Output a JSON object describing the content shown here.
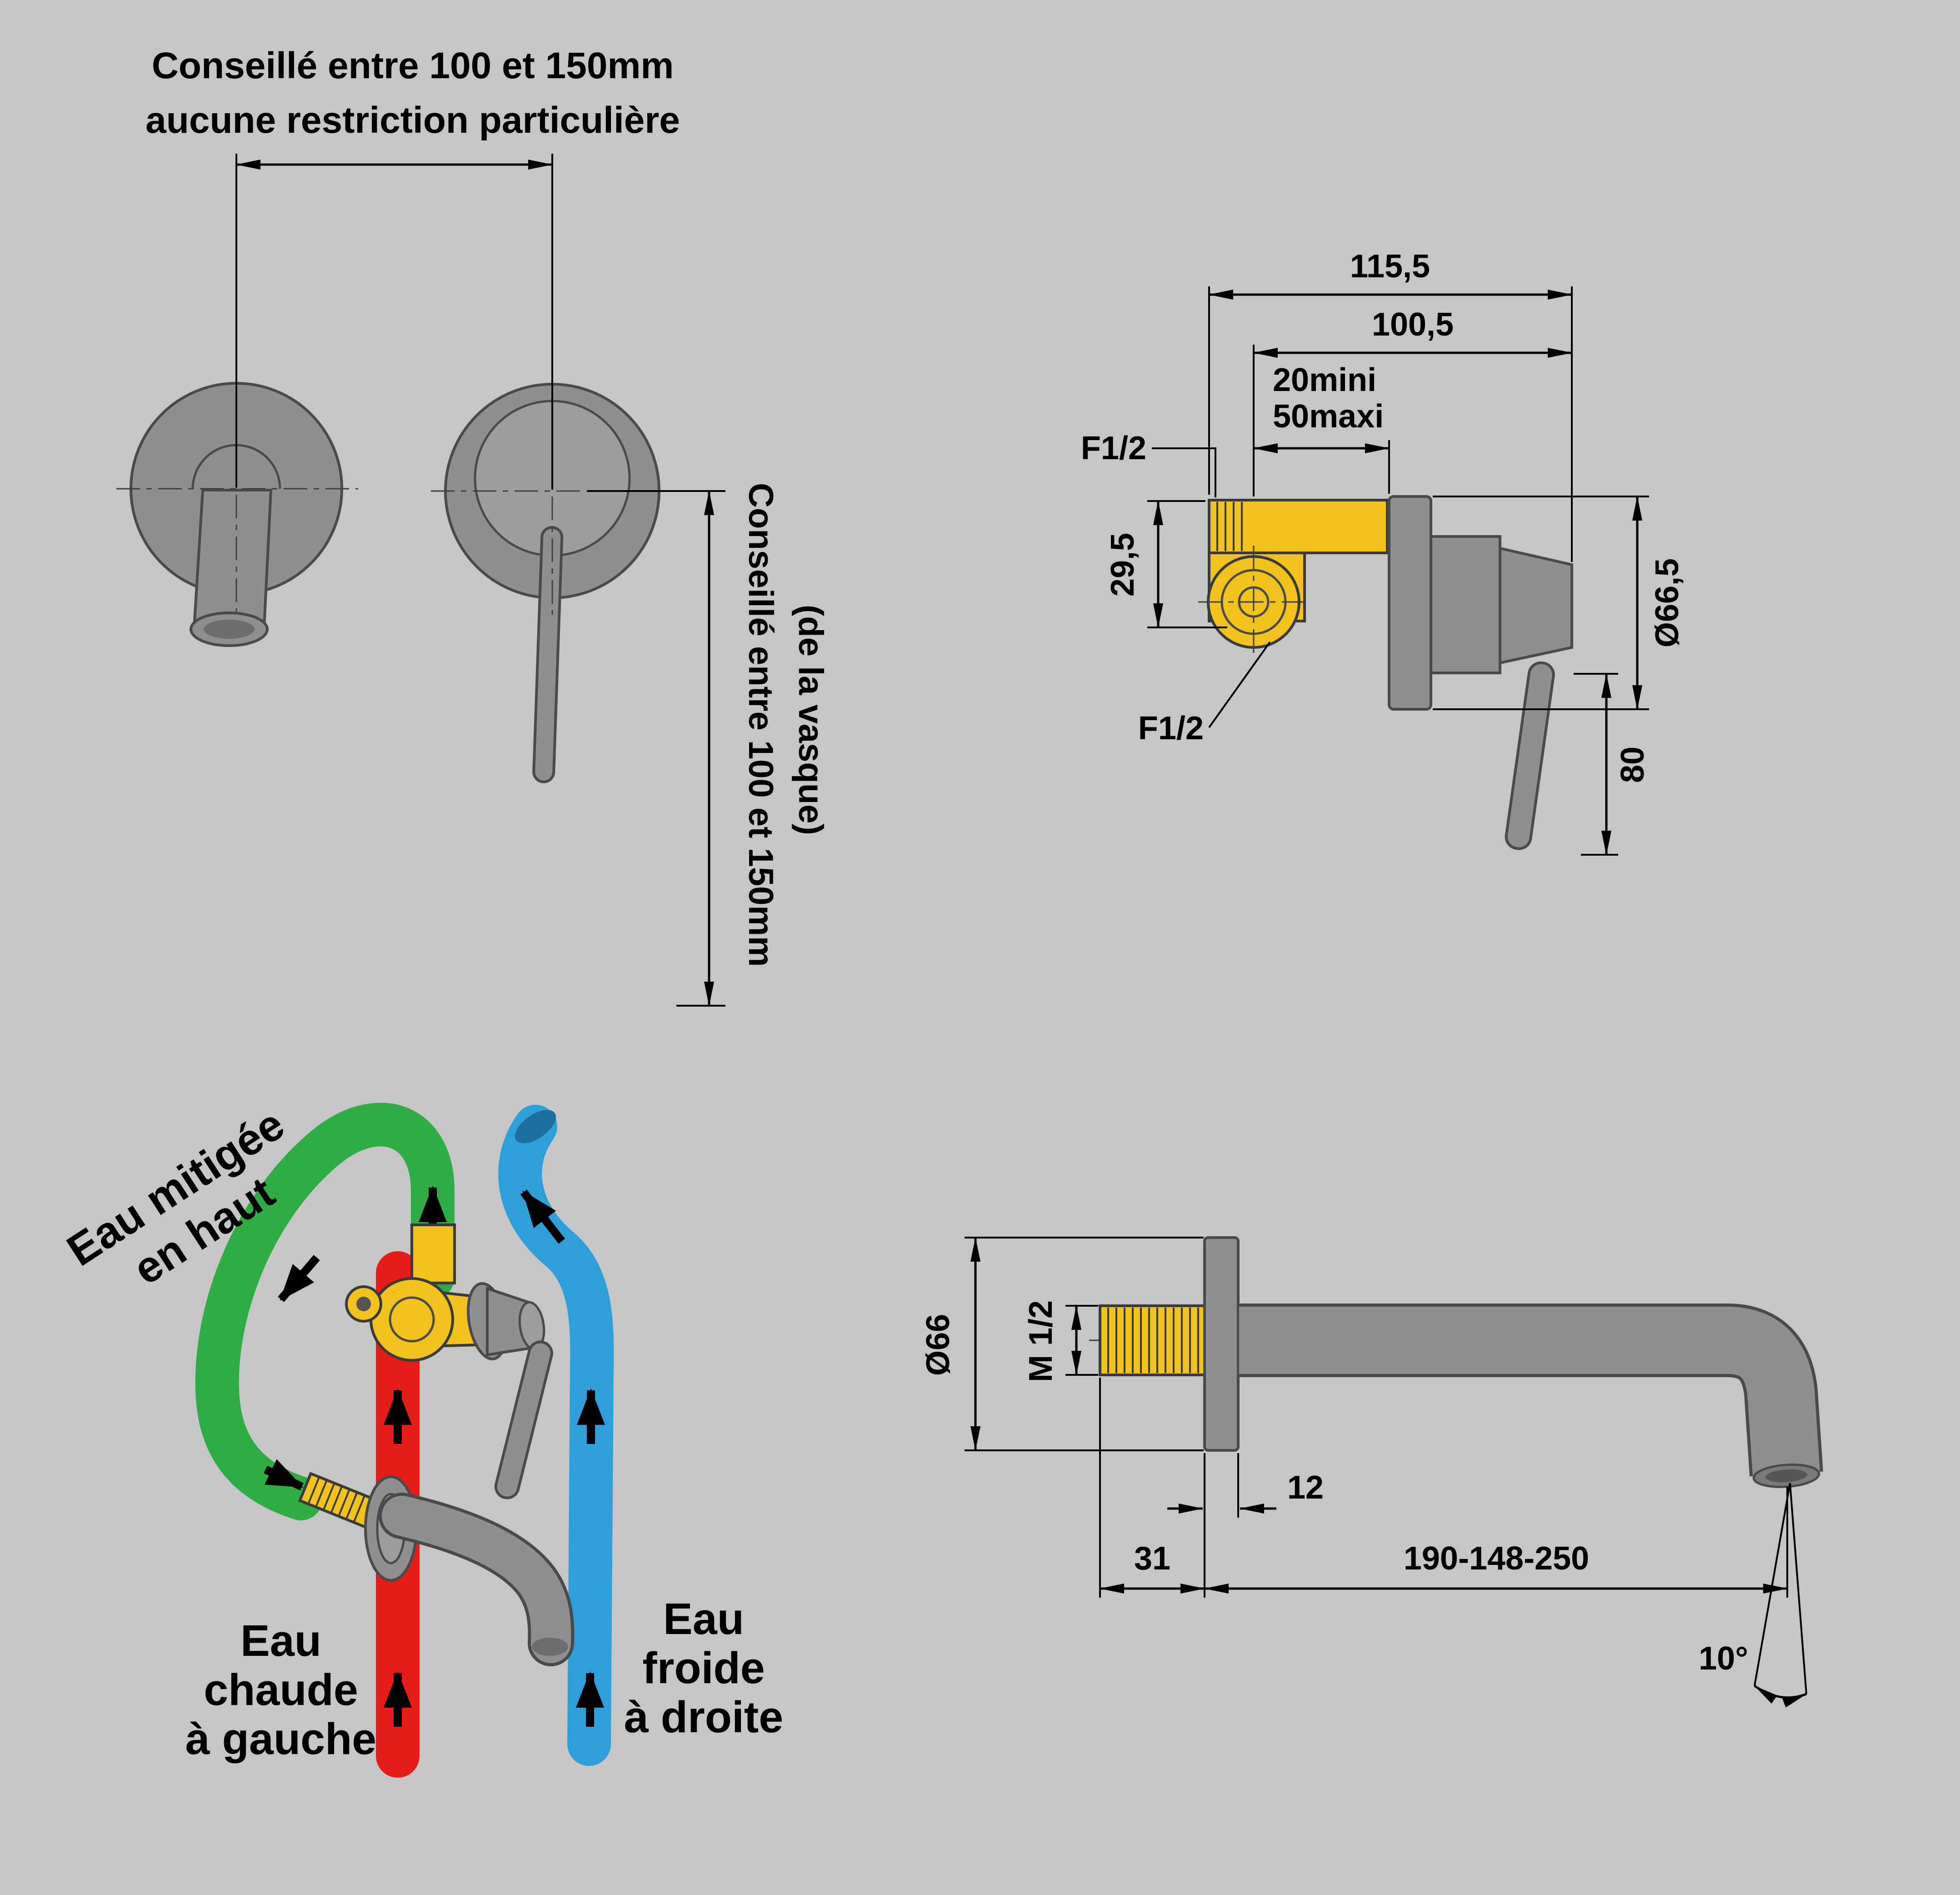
{
  "colors": {
    "background": "#c6c6c6",
    "metal": "#8f8f8f",
    "metal_light": "#9d9d9d",
    "metal_dark": "#4a4a4a",
    "outline": "#3a3a3a",
    "brass": "#f2c21c",
    "green": "#2fac44",
    "red": "#e31e18",
    "blue": "#2e9fd8",
    "ink": "#000000"
  },
  "front_view": {
    "note_line1": "Conseillé entre 100 et 150mm",
    "note_line2": "aucune restriction particulière",
    "basin_note_line1": "Conseillé entre 100 et 150mm",
    "basin_note_line2": "(de la vasque)"
  },
  "side_view": {
    "dim_total_width": "115,5",
    "dim_inner_width": "100,5",
    "depth_min": "20mini",
    "depth_max": "50maxi",
    "thread_top": "F1/2",
    "dim_body_height": "29,5",
    "dia_escutcheon": "Ø66,5",
    "dim_handle_length": "80",
    "thread_bottom": "F1/2"
  },
  "connections": {
    "mixed_line1": "Eau mitigée",
    "mixed_line2": "en haut",
    "hot_line1": "Eau",
    "hot_line2": "chaude",
    "hot_line3": "à gauche",
    "cold_line1": "Eau",
    "cold_line2": "froide",
    "cold_line3": "à droite"
  },
  "spout_view": {
    "dia_escutcheon": "Ø66",
    "thread": "M 1/2",
    "dim_escutcheon_depth": "12",
    "dim_thread_length": "31",
    "dim_reach": "190-148-250",
    "dim_angle": "10°"
  }
}
